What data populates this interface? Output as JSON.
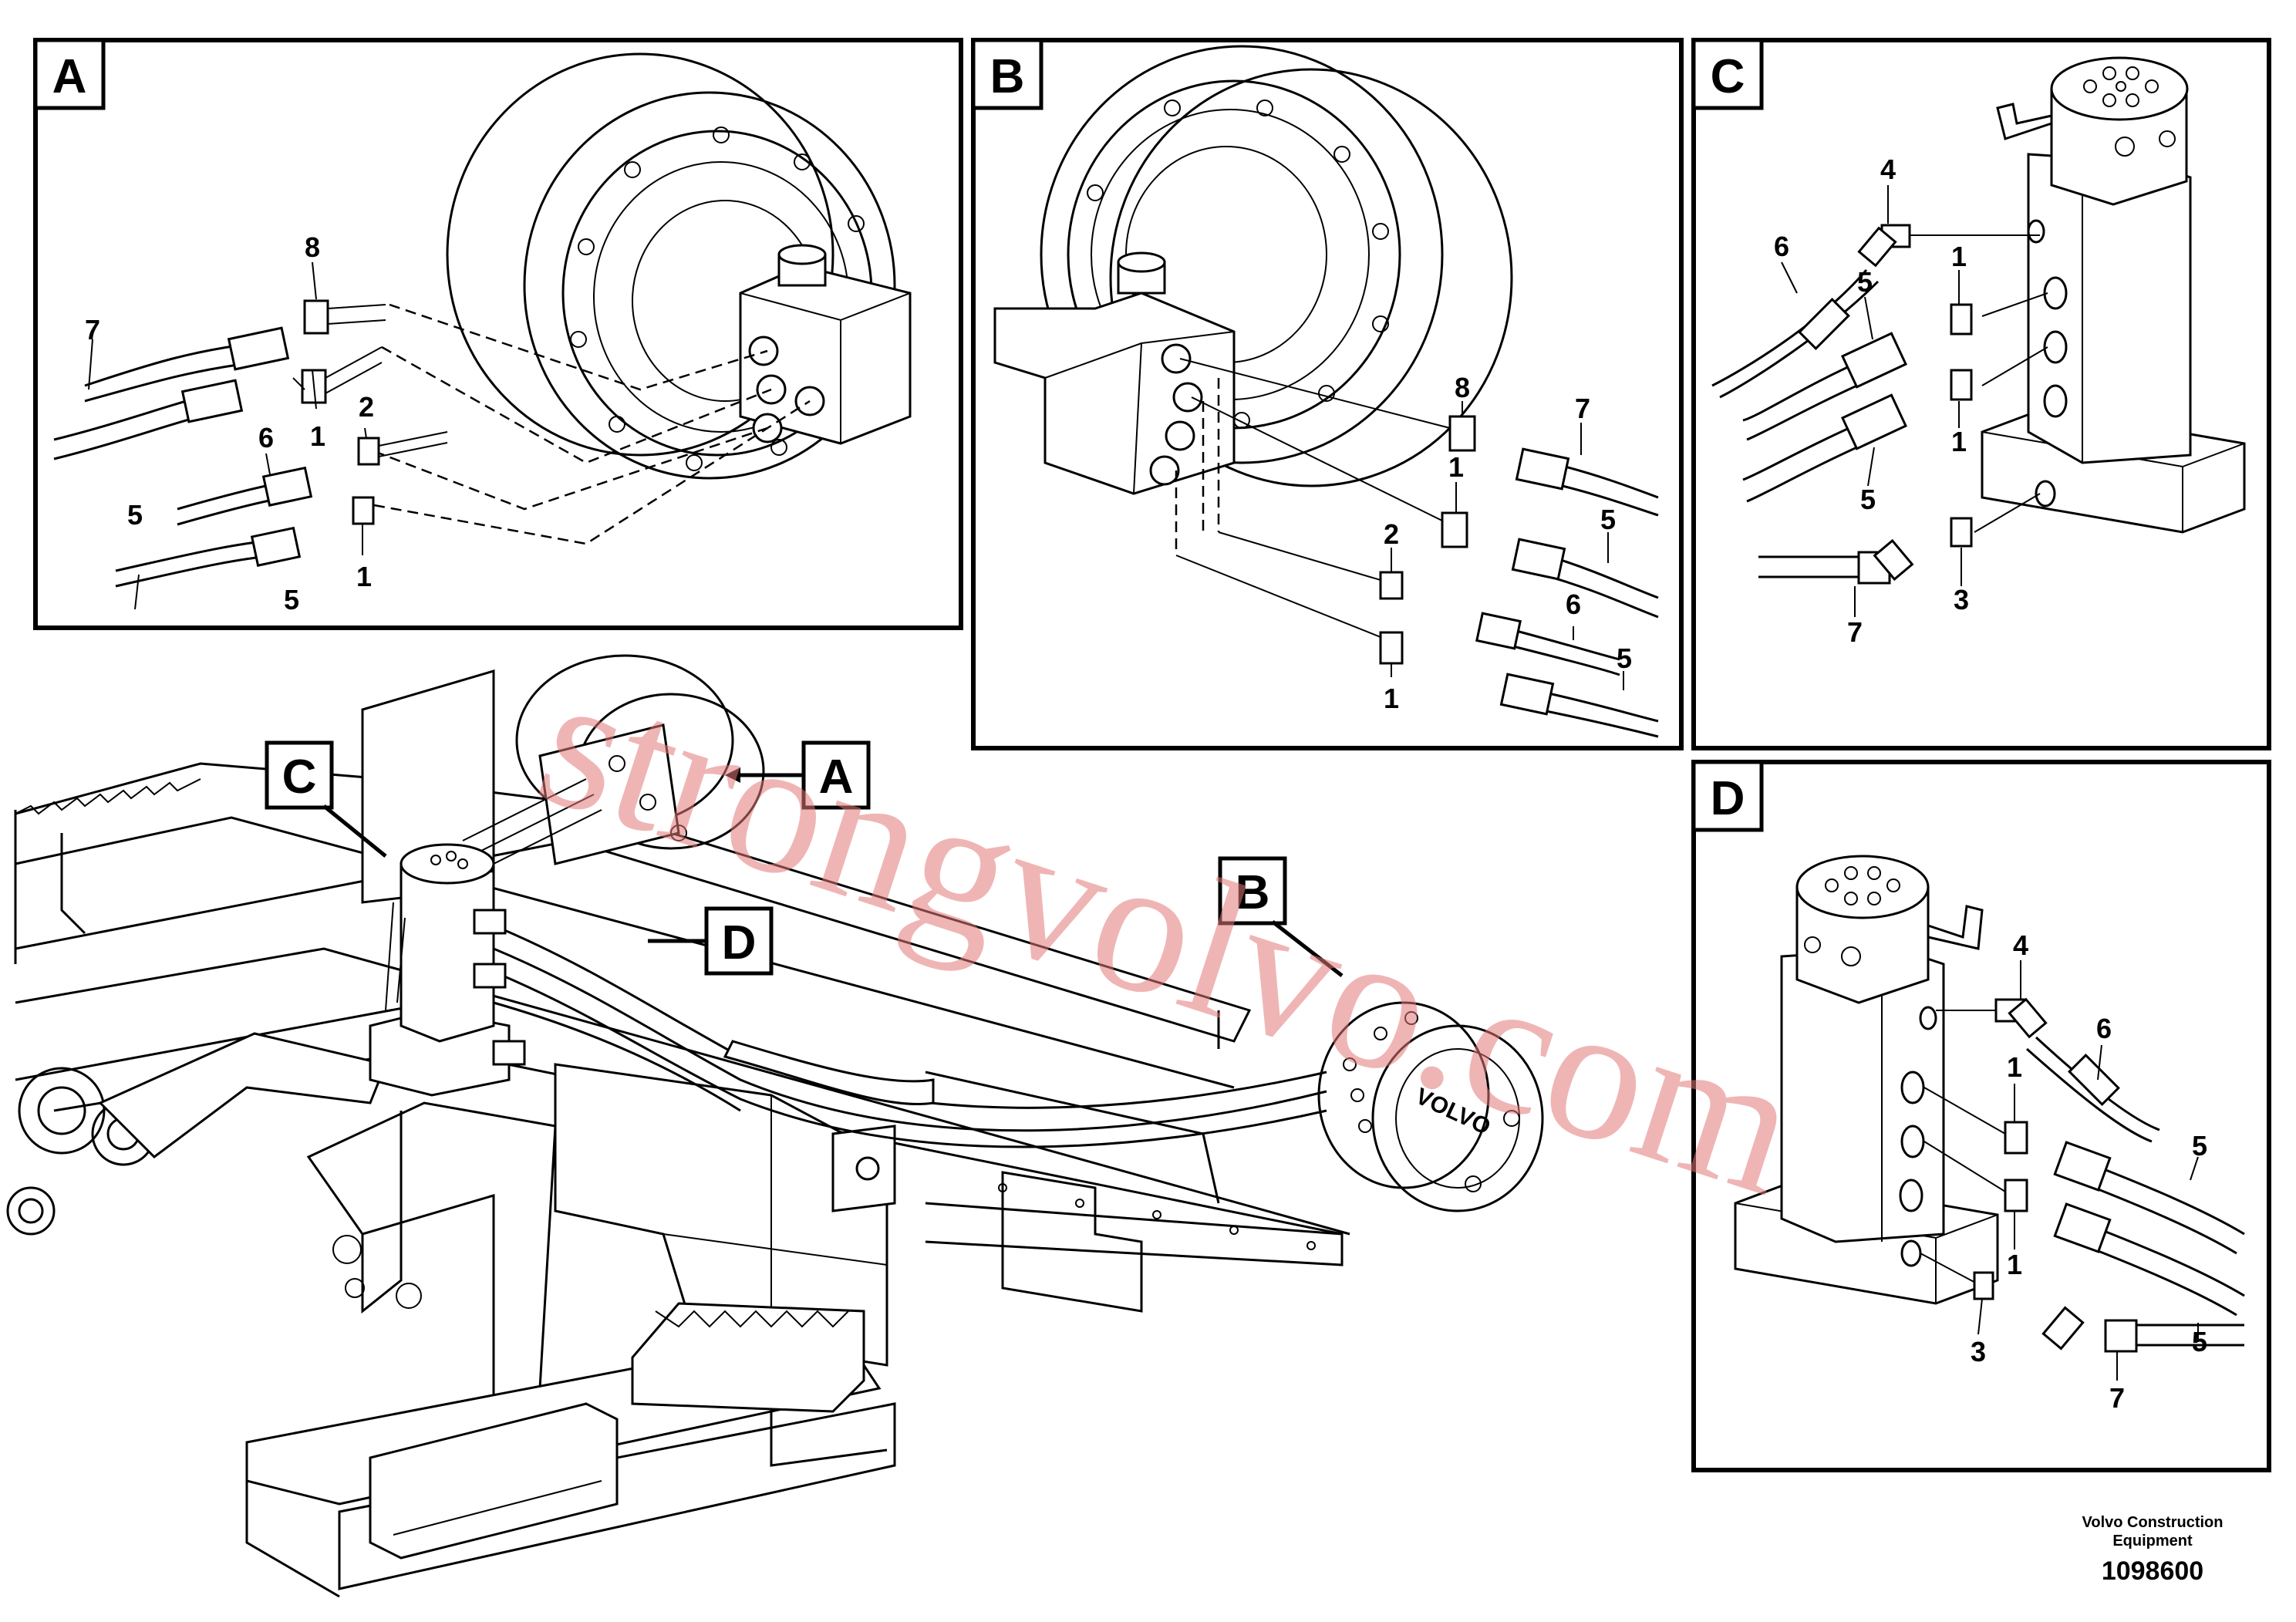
{
  "panels": {
    "A": {
      "label": "A",
      "callouts": [
        "8",
        "7",
        "1",
        "2",
        "6",
        "5",
        "1",
        "5"
      ]
    },
    "B": {
      "label": "B",
      "callouts": [
        "8",
        "7",
        "1",
        "5",
        "2",
        "6",
        "1",
        "5"
      ]
    },
    "C": {
      "label": "C",
      "callouts": [
        "4",
        "6",
        "1",
        "5",
        "1",
        "5",
        "7",
        "3"
      ]
    },
    "D": {
      "label": "D",
      "callouts": [
        "4",
        "6",
        "1",
        "5",
        "1",
        "3",
        "7",
        "5"
      ]
    }
  },
  "overview": {
    "tags": [
      "C",
      "A",
      "D",
      "B"
    ],
    "brand_text": "VOLVO"
  },
  "watermark": "strongvolvo.com",
  "footer": {
    "line1": "Volvo Construction",
    "line2": "Equipment",
    "part_number": "1098600"
  }
}
